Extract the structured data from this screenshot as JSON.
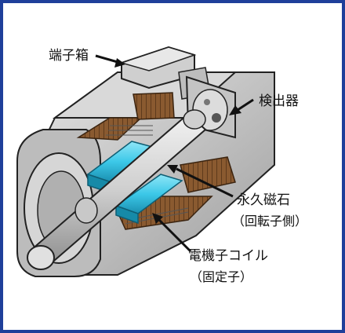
{
  "labels": {
    "terminal_box": "端子箱",
    "detector": "検出器",
    "permanent_magnet": "永久磁石",
    "rotor_side": "（回転子側）",
    "armature_coil": "電機子コイル",
    "stator": "（固定子）"
  },
  "colors": {
    "frame_border": "#1f3f9a",
    "housing": "#c9c9c9",
    "coil": "#8a5a30",
    "magnet": "#39c6e6",
    "shaft": "#d3d3d3"
  }
}
